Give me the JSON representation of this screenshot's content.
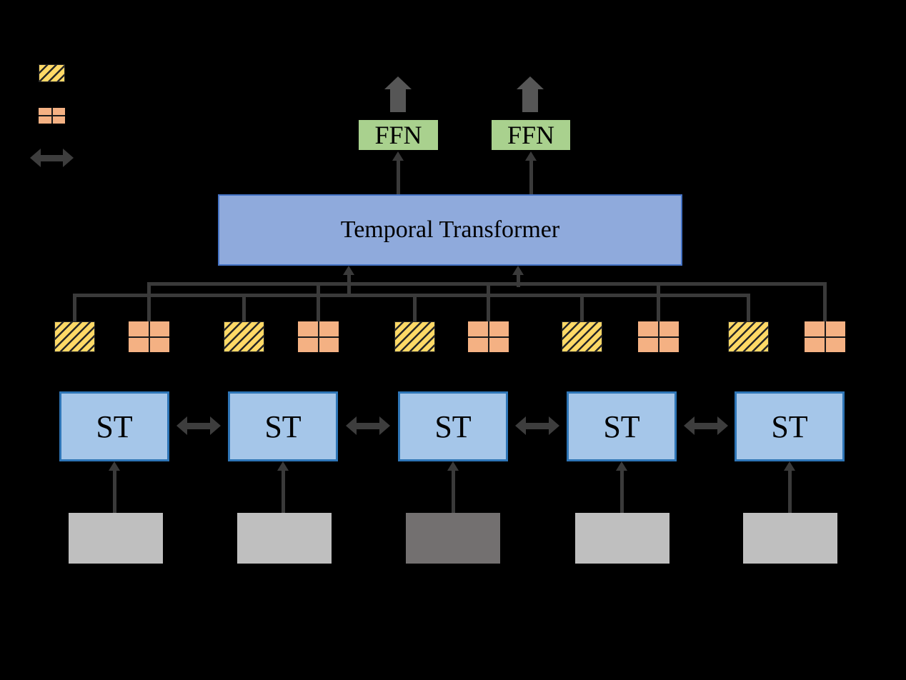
{
  "page": {
    "background": "#000000",
    "description_visible_text_only": true
  },
  "colors": {
    "background": "#000000",
    "hatched_token_fill": "#FFD966",
    "hatched_token_stripe": "#262626",
    "grid_token_fill": "#F4B183",
    "grid_token_line": "#1A1A1A",
    "connector_dark_gray": "#3A3A3A",
    "double_arrow_gray": "#3D3D3D",
    "block_arrow_gray": "#565656",
    "ffn_fill": "#A9D18E",
    "transformer_fill": "#8FAADC",
    "transformer_border": "#4472C4",
    "st_fill": "#A5C6E9",
    "st_border": "#2E75B6",
    "frame_light_gray": "#BFBFBF",
    "frame_dark_gray": "#737070"
  },
  "legend": {
    "items": [
      {
        "id": "hatched-token-swatch",
        "pattern": "diagonal-hatch",
        "fill": "#FFD966"
      },
      {
        "id": "grid-token-swatch",
        "pattern": "2x2-grid",
        "fill": "#F4B183"
      },
      {
        "id": "double-headed-arrow",
        "pattern": "double-arrow",
        "fill": "#3D3D3D"
      }
    ]
  },
  "blocks": {
    "temporal_transformer": {
      "label": "Temporal Transformer"
    },
    "ffn": [
      {
        "label": "FFN"
      },
      {
        "label": "FFN"
      }
    ],
    "st": [
      {
        "label": "ST"
      },
      {
        "label": "ST"
      },
      {
        "label": "ST"
      },
      {
        "label": "ST"
      },
      {
        "label": "ST"
      }
    ],
    "frames": [
      {
        "variant": "light"
      },
      {
        "variant": "light"
      },
      {
        "variant": "dark"
      },
      {
        "variant": "light"
      },
      {
        "variant": "light"
      }
    ]
  },
  "token_row": {
    "tokens": [
      "hatched",
      "grid",
      "hatched",
      "grid",
      "hatched",
      "grid",
      "hatched",
      "grid",
      "hatched",
      "grid"
    ],
    "hatched_connects_to": "lower-bus-line",
    "grid_connects_to": "upper-bus-line"
  }
}
